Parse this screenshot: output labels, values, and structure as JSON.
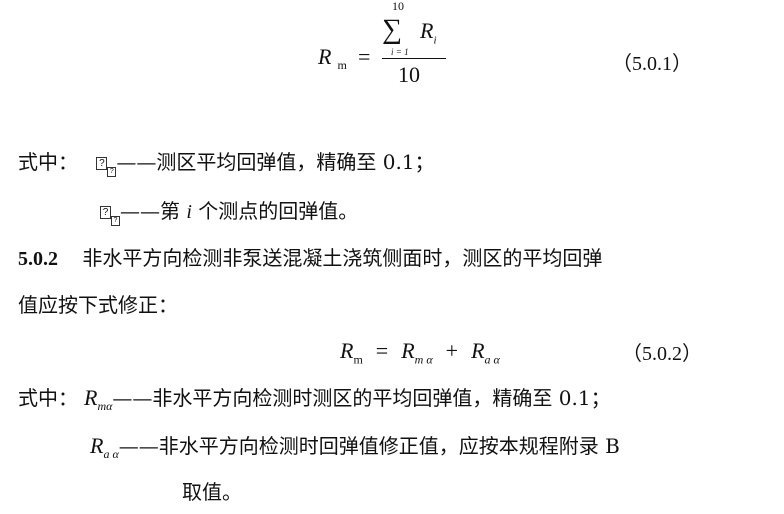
{
  "eq1": {
    "lhs": "R",
    "lhs_sub": "m",
    "eq": "=",
    "sum_top": "10",
    "sum_sym": "∑",
    "sum_bottom": "i = 1",
    "term": "R",
    "term_sub": "i",
    "denominator": "10",
    "number": "（5.0.1）"
  },
  "where1": {
    "label": "式中：",
    "missing_glyph": "?",
    "def1": "——测区平均回弹值，精确至 0.1；",
    "def2_pre": "——第 ",
    "def2_var": "i",
    "def2_post": " 个测点的回弹值。"
  },
  "section": {
    "number": "5.0.2",
    "line1": "非水平方向检测非泵送混凝土浇筑侧面时，测区的平均回弹",
    "line2": "值应按下式修正："
  },
  "eq2": {
    "lhs": "R",
    "lhs_sub": "m",
    "eq": "=",
    "t1": "R",
    "t1_sub": "m α",
    "plus": "+",
    "t2": "R",
    "t2_sub": "a α",
    "number": "（5.0.2）"
  },
  "where2": {
    "label": "式中：",
    "v1": "R",
    "v1_sub": "mα",
    "def1": "——非水平方向检测时测区的平均回弹值，精确至 0.1；",
    "v2": "R",
    "v2_sub": "a α",
    "def2": "——非水平方向检测时回弹值修正值，应按本规程附录 B",
    "def2_cont": "取值。"
  }
}
